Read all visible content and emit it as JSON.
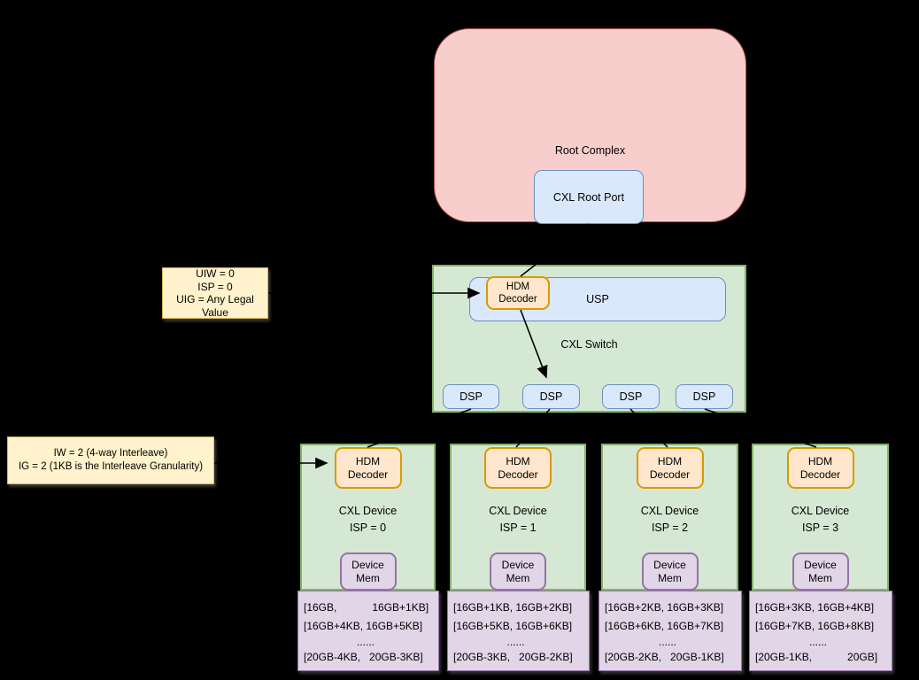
{
  "root_complex": {
    "label": "Root Complex",
    "port_label": "CXL Root Port"
  },
  "switch": {
    "label": "CXL Switch",
    "usp_label": "USP",
    "hdm_decoder_label": "HDM\nDecoder",
    "dsps": [
      "DSP",
      "DSP",
      "DSP",
      "DSP"
    ]
  },
  "notes": {
    "switch_hdm_note": "UIW = 0\nISP = 0\nUIG = Any Legal Value",
    "device_hdm_note": "IW = 2 (4-way Interleave)\nIG = 2 (1KB is the Interleave Granularity)"
  },
  "devices": [
    {
      "hdm_decoder_label": "HDM\nDecoder",
      "label": "CXL Device\nISP = 0",
      "mem_label": "Device\nMem",
      "ranges": [
        "[16GB,            16GB+1KB]",
        "[16GB+4KB, 16GB+5KB]",
        "......",
        "[20GB-4KB,   20GB-3KB]"
      ]
    },
    {
      "hdm_decoder_label": "HDM\nDecoder",
      "label": "CXL Device\nISP = 1",
      "mem_label": "Device\nMem",
      "ranges": [
        "[16GB+1KB, 16GB+2KB]",
        "[16GB+5KB, 16GB+6KB]",
        "......",
        "[20GB-3KB,   20GB-2KB]"
      ]
    },
    {
      "hdm_decoder_label": "HDM\nDecoder",
      "label": "CXL Device\nISP = 2",
      "mem_label": "Device\nMem",
      "ranges": [
        "[16GB+2KB, 16GB+3KB]",
        "[16GB+6KB, 16GB+7KB]",
        "......",
        "[20GB-2KB,   20GB-1KB]"
      ]
    },
    {
      "hdm_decoder_label": "HDM\nDecoder",
      "label": "CXL Device\nISP = 3",
      "mem_label": "Device\nMem",
      "ranges": [
        "[16GB+3KB, 16GB+4KB]",
        "[16GB+7KB, 16GB+8KB]",
        "......",
        "[20GB-1KB,            20GB]"
      ]
    }
  ],
  "colors": {
    "background": "#000000",
    "root_complex_fill": "#F8CECC",
    "root_complex_stroke": "#B85450",
    "port_fill": "#DAE8FC",
    "port_stroke": "#6C8EBF",
    "switch_fill": "#D5E8D4",
    "switch_stroke": "#82B366",
    "hdm_fill": "#FFE6CC",
    "hdm_stroke": "#D79B00",
    "note_fill": "#FFF2CC",
    "note_stroke": "#D6B656",
    "mem_fill": "#E1D5E7",
    "mem_stroke": "#9673A6",
    "connector": "#000000"
  }
}
